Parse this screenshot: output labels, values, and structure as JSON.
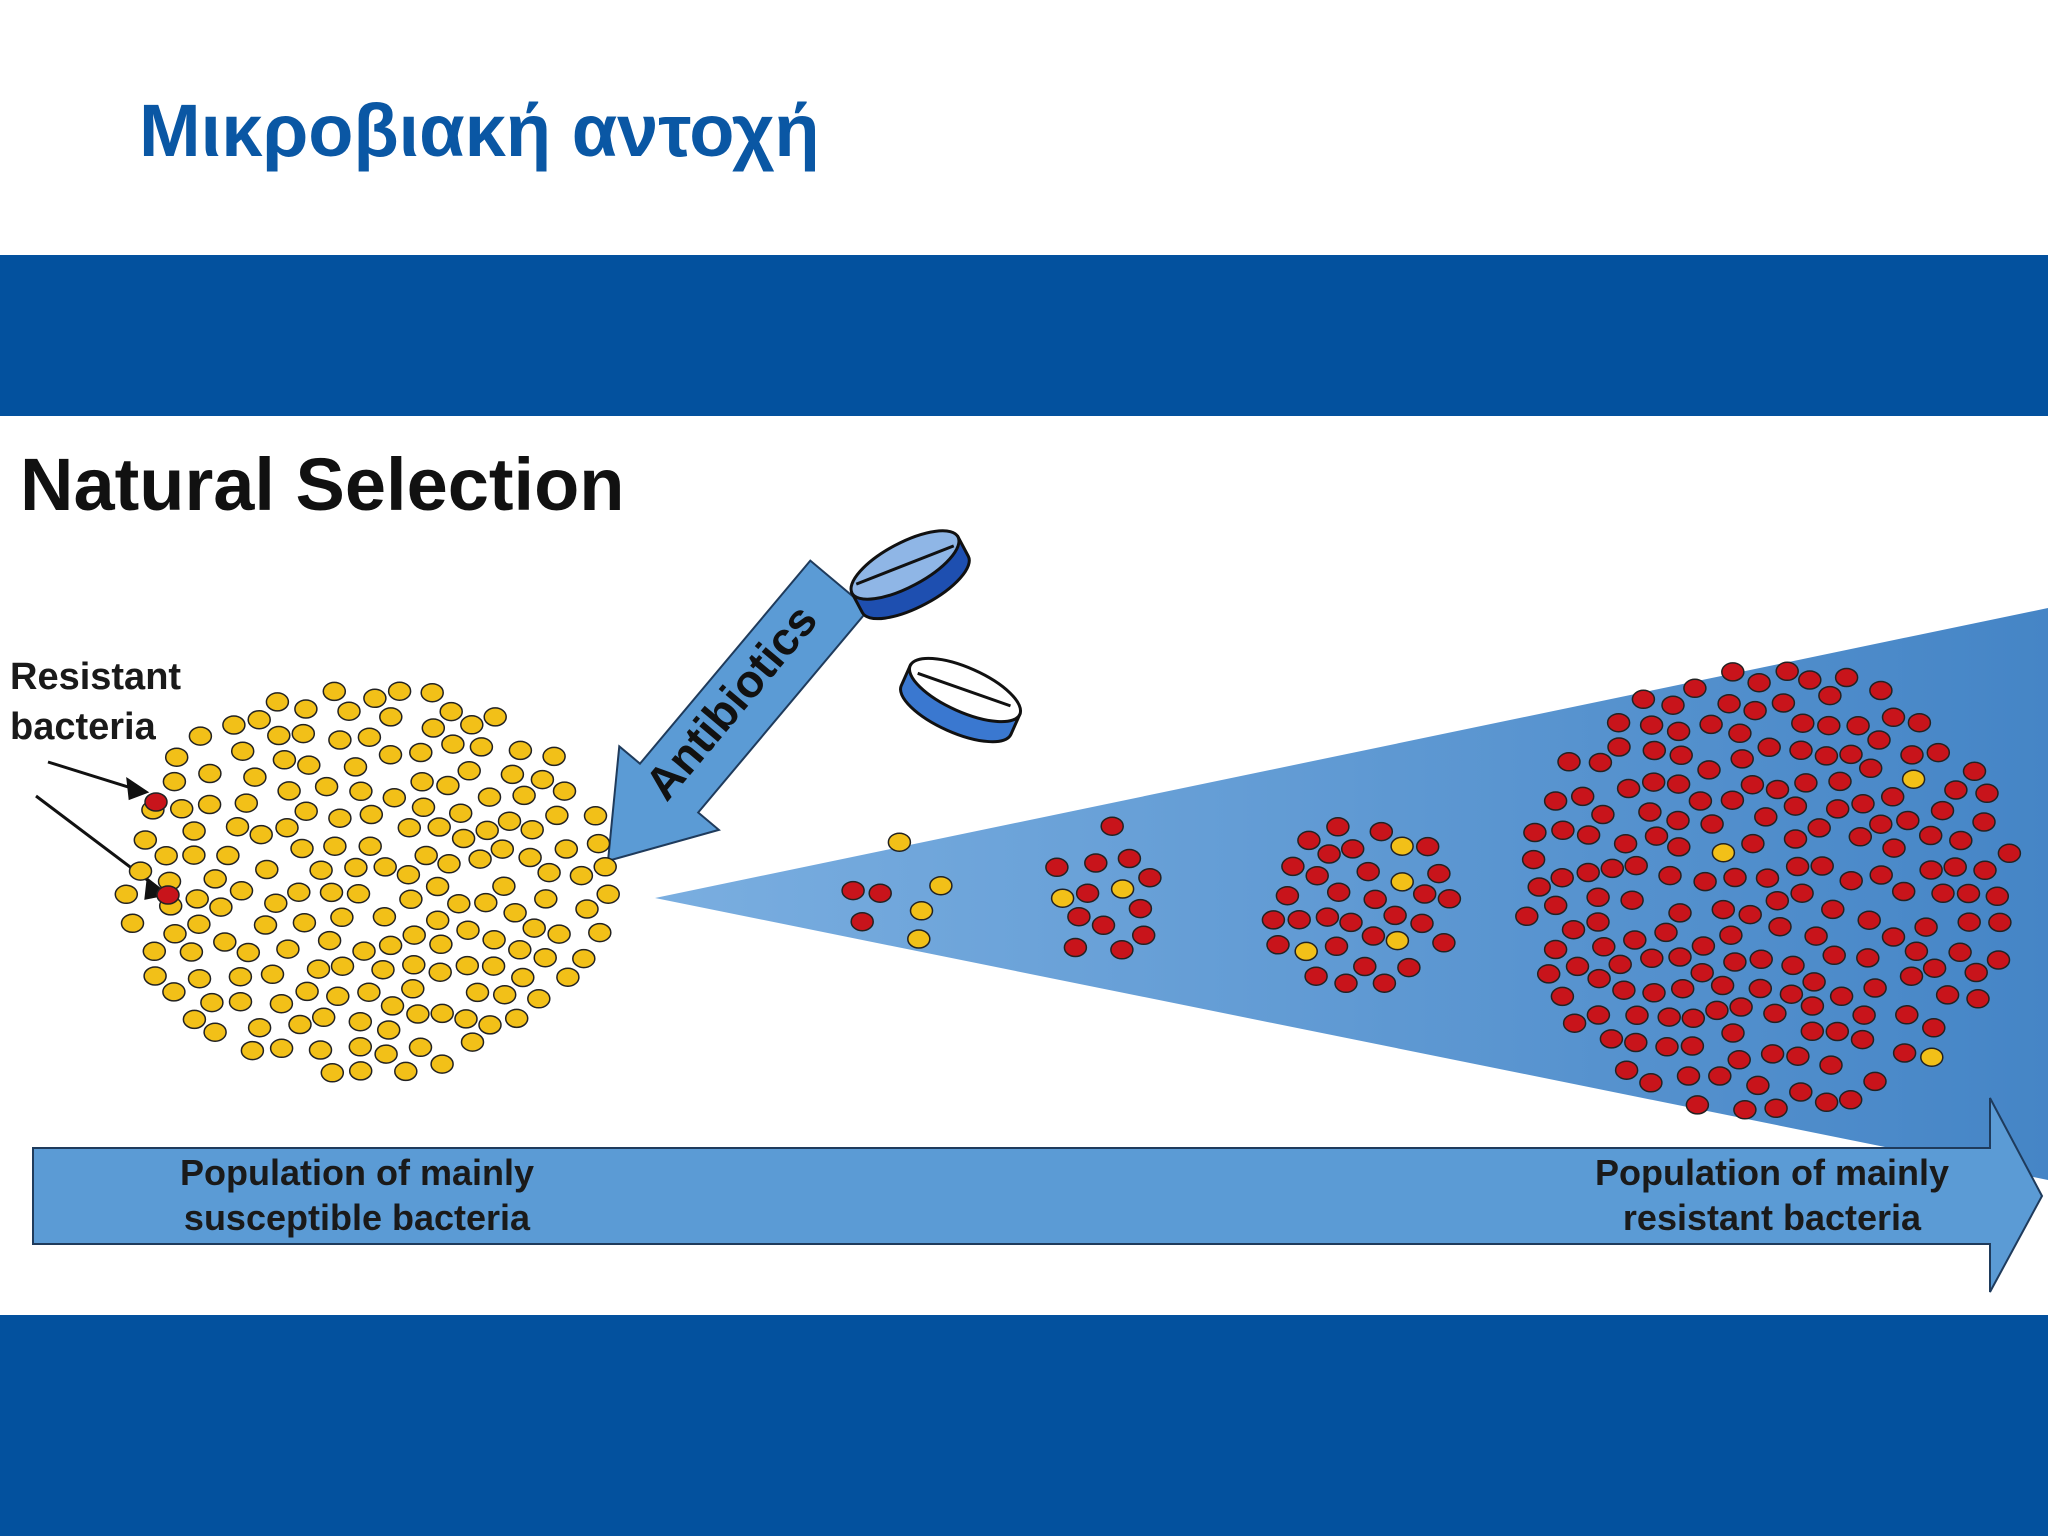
{
  "slide": {
    "title": "Μικροβιακή αντοχή",
    "colors": {
      "brand_blue": "#03519e",
      "title_blue": "#0a57a4",
      "wedge_blue": "#5b9bd5",
      "susceptible_yellow": "#f2c018",
      "resistant_red": "#c8141b",
      "outline": "#222222"
    }
  },
  "figure": {
    "title": "Natural Selection",
    "resistant_label": [
      "Resistant",
      "bacteria"
    ],
    "antibiotics_label": "Antibiotics",
    "population_left": [
      "Population of mainly",
      "susceptible bacteria"
    ],
    "population_right": [
      "Population of mainly",
      "resistant bacteria"
    ],
    "icons": [
      "antibiotic-arrow-icon",
      "pill-icon",
      "pill-icon",
      "population-arrow-icon"
    ]
  }
}
